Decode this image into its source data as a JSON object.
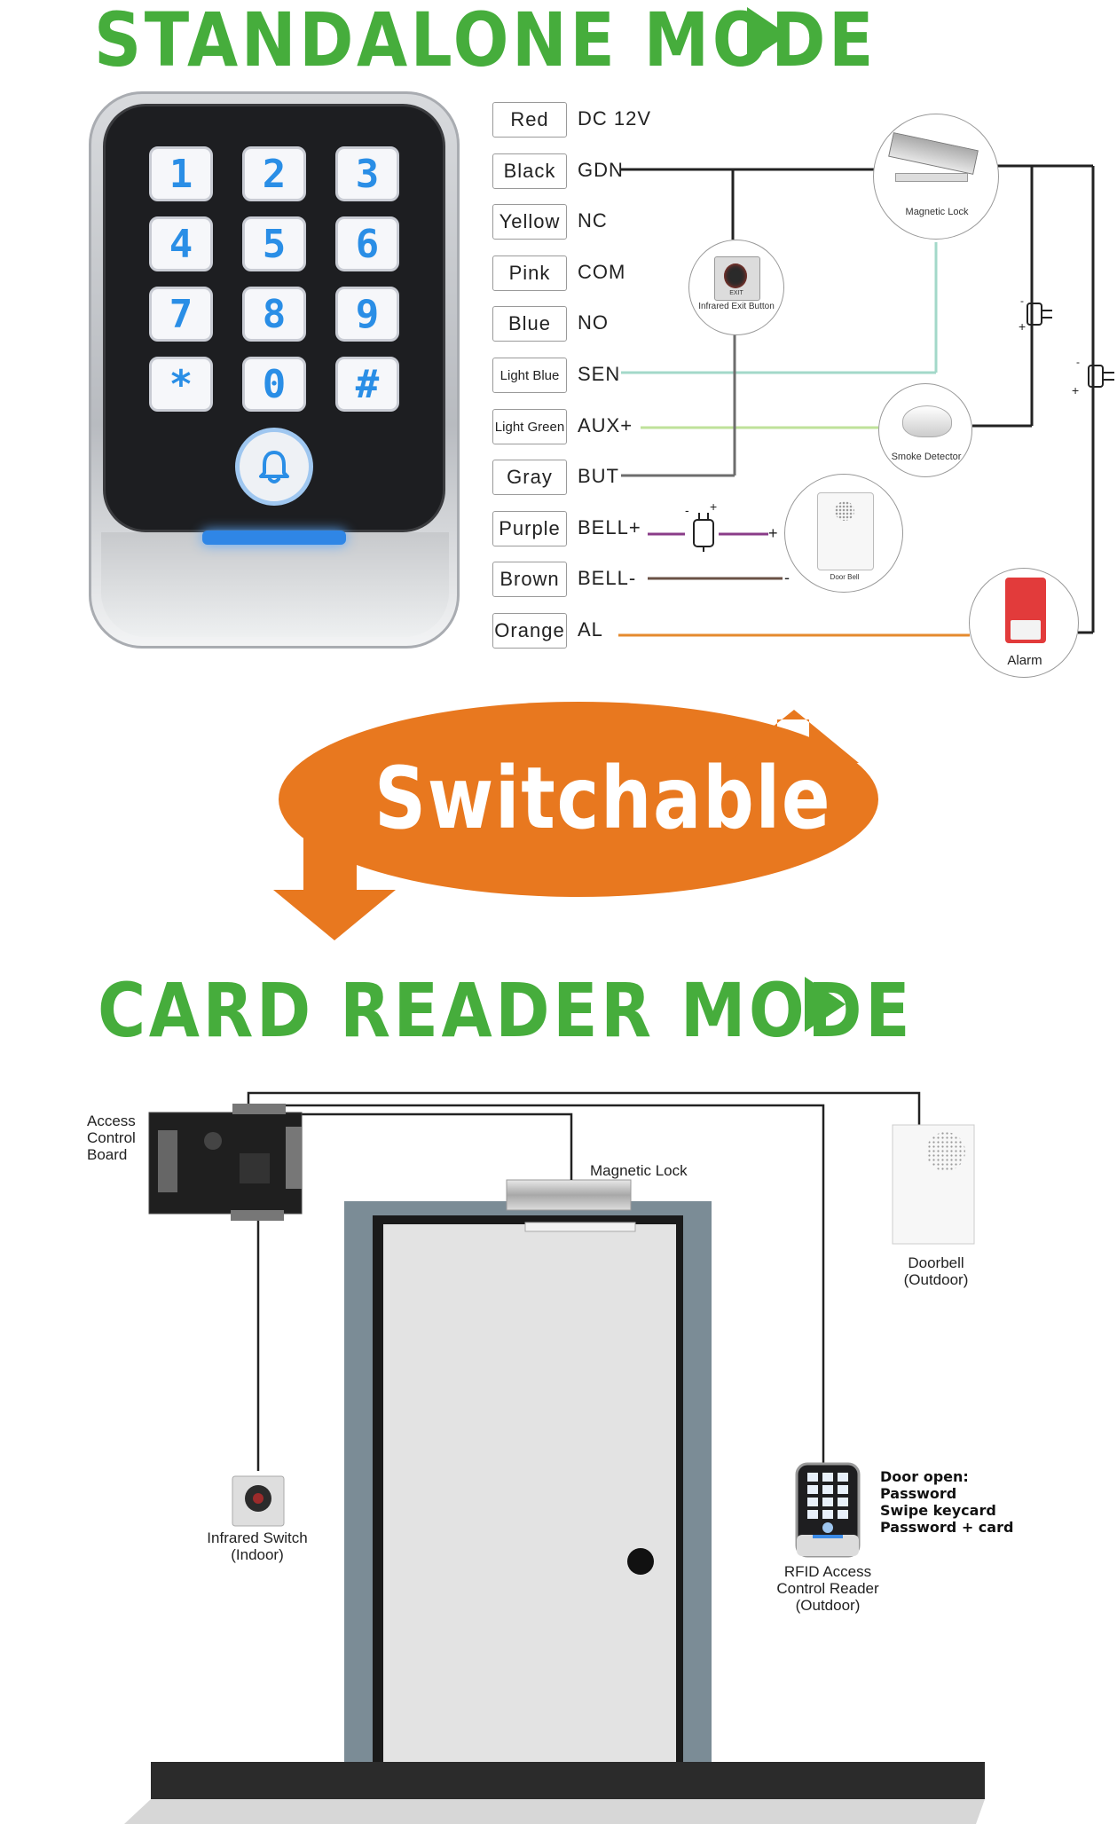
{
  "titles": {
    "standalone": "STANDALONE MODE",
    "card_reader": "CARD READER MODE",
    "switchable": "Switchable"
  },
  "colors": {
    "title_green": "#46ad3c",
    "switch_orange": "#e8781f"
  },
  "keypad": {
    "keys": [
      "1",
      "2",
      "3",
      "4",
      "5",
      "6",
      "7",
      "8",
      "9",
      "*",
      "0",
      "#"
    ]
  },
  "wires": [
    {
      "color": "Red",
      "signal": "DC 12V"
    },
    {
      "color": "Black",
      "signal": "GDN"
    },
    {
      "color": "Yellow",
      "signal": "NC"
    },
    {
      "color": "Pink",
      "signal": "COM"
    },
    {
      "color": "Blue",
      "signal": "NO"
    },
    {
      "color": "Light Blue",
      "signal": "SEN"
    },
    {
      "color": "Light Green",
      "signal": "AUX+"
    },
    {
      "color": "Gray",
      "signal": "BUT"
    },
    {
      "color": "Purple",
      "signal": "BELL+"
    },
    {
      "color": "Brown",
      "signal": "BELL-"
    },
    {
      "color": "Orange",
      "signal": "AL"
    }
  ],
  "devices": {
    "magnetic_lock": "Magnetic Lock",
    "exit_button": "Infrared Exit Button",
    "smoke_detector": "Smoke Detector",
    "door_bell": "Door Bell",
    "alarm": "Alarm",
    "exit_text": "EXIT"
  },
  "card_reader_mode": {
    "access_board": "Access Control Board",
    "magnetic_lock": "Magnetic Lock",
    "doorbell": "Doorbell",
    "doorbell_sub": "(Outdoor)",
    "infrared": "Infrared Switch",
    "infrared_sub": "(Indoor)",
    "rfid_l1": "RFID Access",
    "rfid_l2": "Control Reader",
    "rfid_l3": "(Outdoor)",
    "door_open": [
      "Door open:",
      "Password",
      "Swipe keycard",
      "Password + card"
    ]
  }
}
